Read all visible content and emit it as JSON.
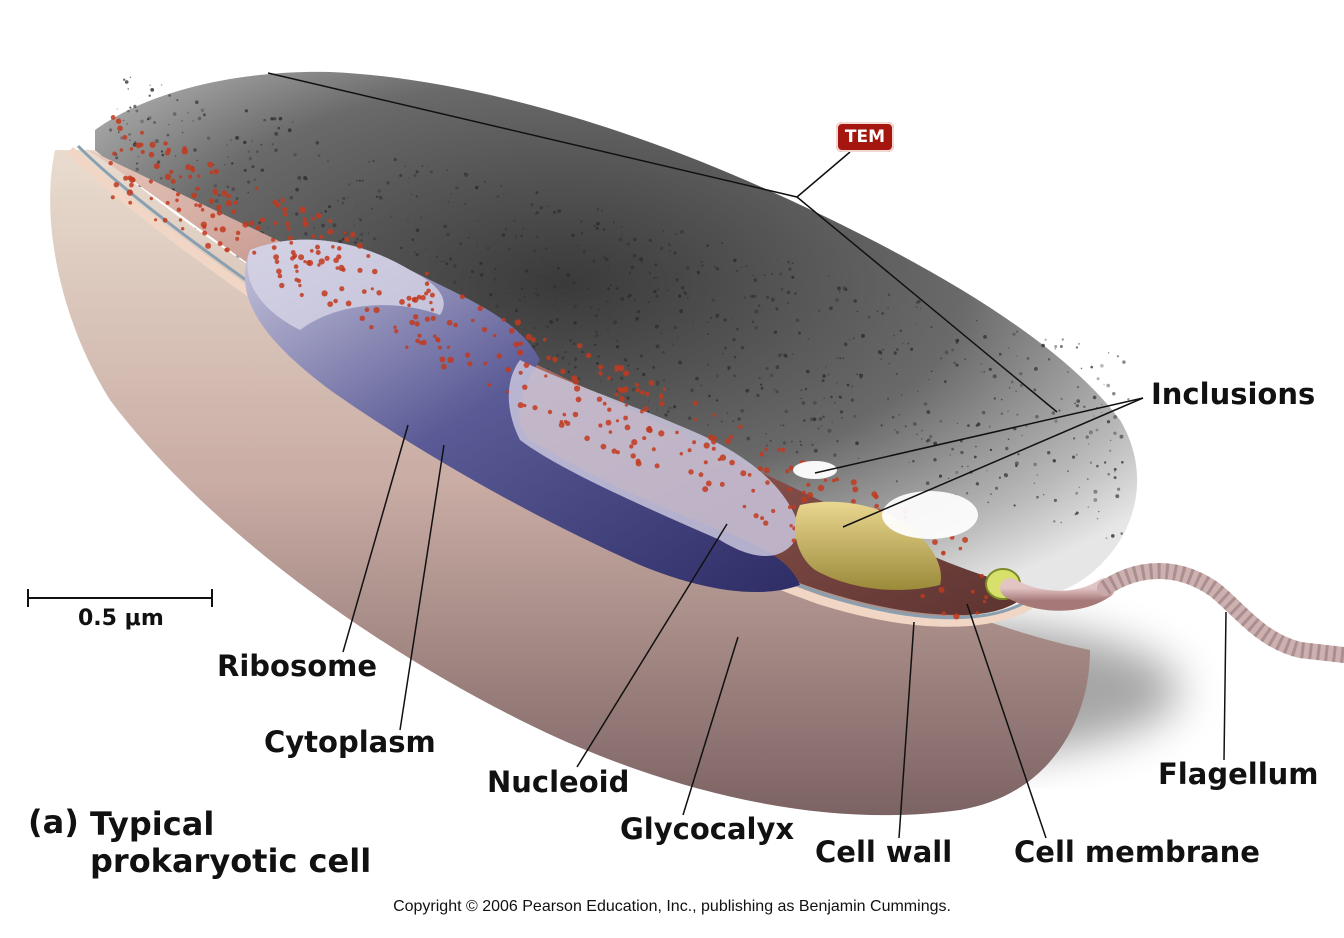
{
  "badge": {
    "text": "TEM",
    "color": "#a5160f"
  },
  "scale_bar": {
    "label": "0.5 μm"
  },
  "labels": {
    "inclusions": "Inclusions",
    "ribosome": "Ribosome",
    "cytoplasm": "Cytoplasm",
    "nucleoid": "Nucleoid",
    "glycocalyx": "Glycocalyx",
    "cell_wall": "Cell wall",
    "cell_membrane": "Cell membrane",
    "flagellum": "Flagellum"
  },
  "caption": {
    "part": "(a)",
    "title_line1": "Typical",
    "title_line2": "prokaryotic cell"
  },
  "copyright": "Copyright © 2006 Pearson Education, Inc., publishing as Benjamin Cummings.",
  "colors": {
    "tem_speckle": "#2a2a2a",
    "glycocalyx": "#c9a9a3",
    "cytoplasm": "#7a4a45",
    "nucleoid": "#3b3a7a",
    "ribosome": "#c23a1e",
    "inclusion": "#d8c069",
    "flagellum": "#c69a9a"
  }
}
